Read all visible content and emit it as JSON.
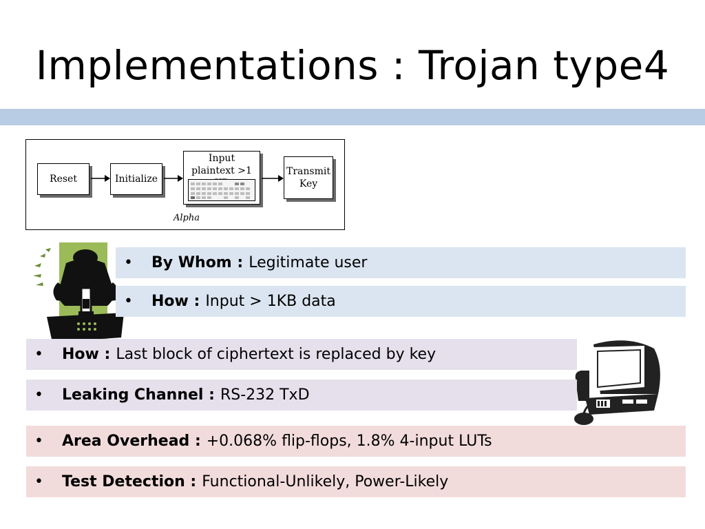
{
  "slide": {
    "title": "Implementations : Trojan type4"
  },
  "diagram": {
    "steps": [
      "Reset",
      "Initialize",
      "Input\nplaintext >1 KB",
      "Transmit\nKey"
    ],
    "caption": "Alpha"
  },
  "bullets": [
    {
      "label": "By Whom :",
      "text": "Legitimate user",
      "color": "#dbe5f1"
    },
    {
      "label": "How :",
      "text": "Input > 1KB data",
      "color": "#dbe5f1"
    },
    {
      "label": "How :",
      "text": "Last block of ciphertext is replaced by key",
      "color": "#e5e0ec"
    },
    {
      "label": "Leaking Channel :",
      "text": "RS-232 TxD",
      "color": "#e5e0ec"
    },
    {
      "label": "Area Overhead :",
      "text": "+0.068% flip-flops, 1.8% 4-input LUTs",
      "color": "#f2dcdb"
    },
    {
      "label": "Test Detection :",
      "text": "Functional-Unlikely, Power-Likely",
      "color": "#f2dcdb"
    }
  ],
  "bullet_symbol": "•",
  "icons": [
    "saboteur-icon",
    "computer-icon"
  ]
}
